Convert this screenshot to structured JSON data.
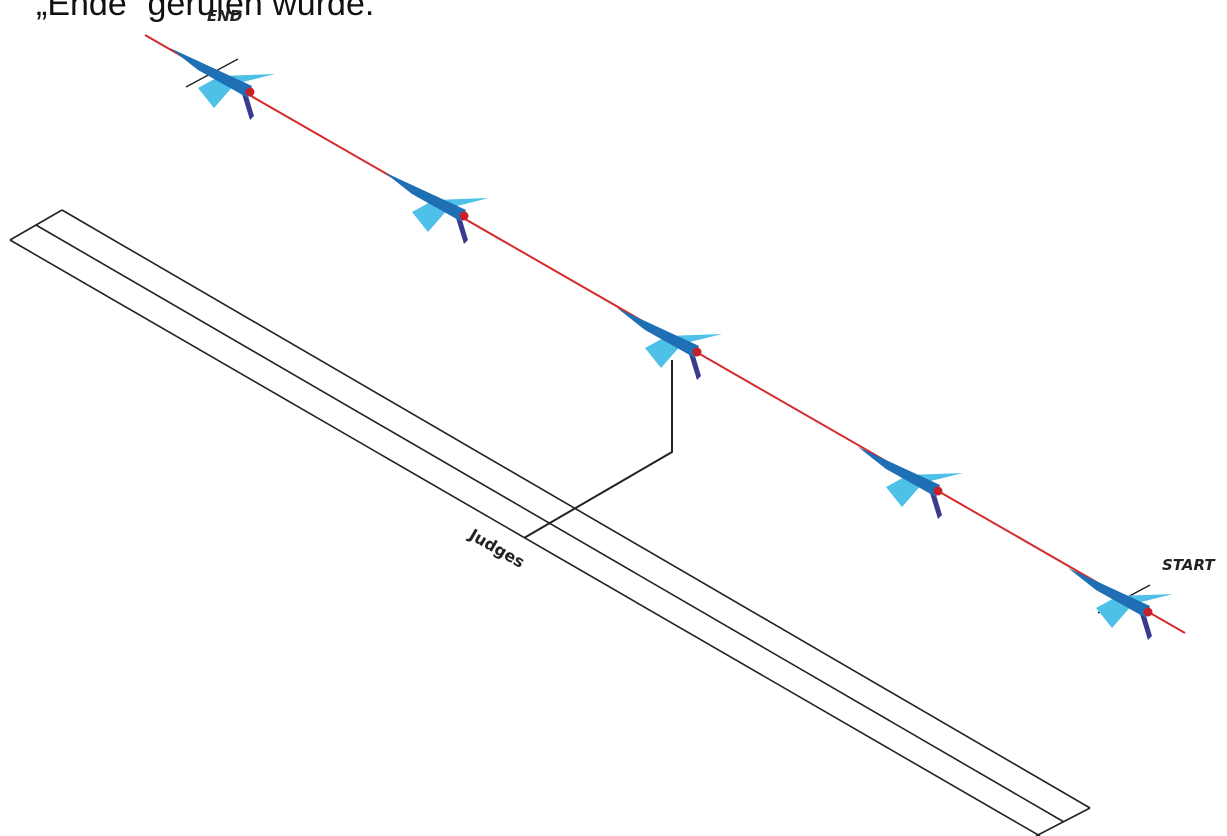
{
  "caption": "„Ende“ gerufen wurde.",
  "labels": {
    "end": "END",
    "start": "START",
    "judges": "Judges"
  },
  "colors": {
    "flight_line": "#d42a2a",
    "jet_dark": "#1f6fb5",
    "jet_light": "#4fc0e8",
    "jet_tail": "#3a3a8e",
    "jet_marker": "#c8202a",
    "runway_stroke": "#222222"
  },
  "aircraft_count": 5
}
